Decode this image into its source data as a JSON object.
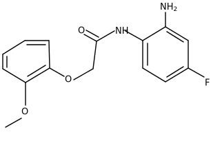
{
  "molecule": {
    "atoms": {
      "amine": {
        "element": "N",
        "hydrogens": "H",
        "count": "2"
      },
      "amide_nitrogen": {
        "element": "N",
        "hydrogens": "H"
      },
      "carbonyl_oxygen": {
        "element": "O"
      },
      "ether_oxygen": {
        "element": "O"
      },
      "methoxy_oxygen": {
        "element": "O"
      },
      "fluorine": {
        "element": "F"
      }
    }
  }
}
